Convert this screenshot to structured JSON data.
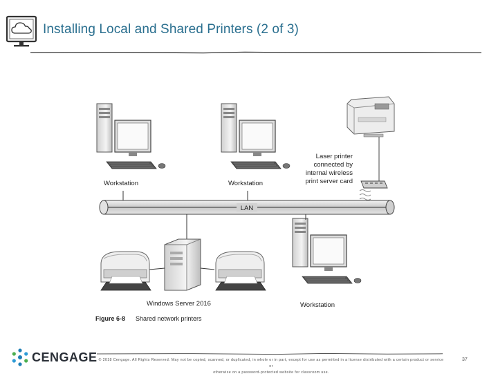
{
  "header": {
    "title": "Installing Local and Shared Printers (2 of 3)"
  },
  "figure": {
    "labels": {
      "workstation_left": "Workstation",
      "workstation_middle": "Workstation",
      "workstation_right": "Workstation",
      "server": "Windows Server 2016",
      "lan": "LAN",
      "laser_line1": "Laser printer",
      "laser_line2": "connected by",
      "laser_line3": "internal wireless",
      "laser_line4": "print server card"
    },
    "caption_number": "Figure 6-8",
    "caption_text": "Shared network printers"
  },
  "footer": {
    "brand": "CENGAGE",
    "copyright_line1": "© 2018 Cengage. All Rights Reserved. May not be copied, scanned, or duplicated, in whole or in part, except for use as permitted in a license distributed with a certain product or service or",
    "copyright_line2": "otherwise on a password-protected website for classroom use.",
    "page_number": "37"
  },
  "colors": {
    "title": "#2a6f8f",
    "brand_blue": "#1f7fb5",
    "brand_green": "#4caf50"
  }
}
